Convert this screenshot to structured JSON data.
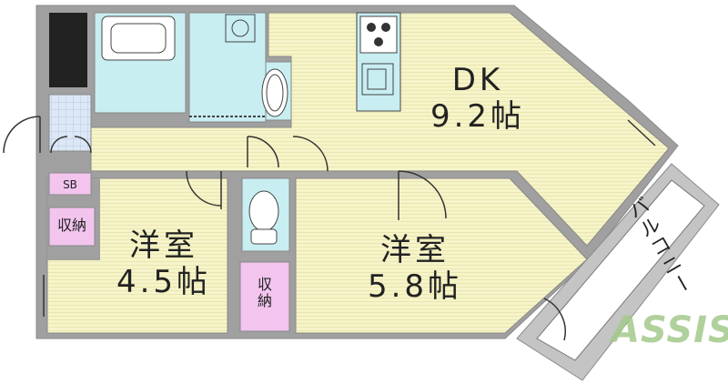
{
  "rooms": {
    "dk": {
      "name": "DK",
      "size": "9.2帖"
    },
    "western_a": {
      "name": "洋室",
      "size": "4.5帖"
    },
    "western_b": {
      "name": "洋室",
      "size": "5.8帖"
    }
  },
  "storage": {
    "label_a": "収納",
    "label_b_line1": "収",
    "label_b_line2": "納"
  },
  "shoe_box": "SB",
  "balcony": "バルコニー",
  "logo": "ASSIST",
  "colors": {
    "wall": "#a0a0a0",
    "floor": "#f6f4c9",
    "wet_area": "#c8eef2",
    "storage": "#f2c4ee",
    "entry": "#dde8f6",
    "dark_unit": "#222222",
    "logo": "#a4c98b"
  }
}
